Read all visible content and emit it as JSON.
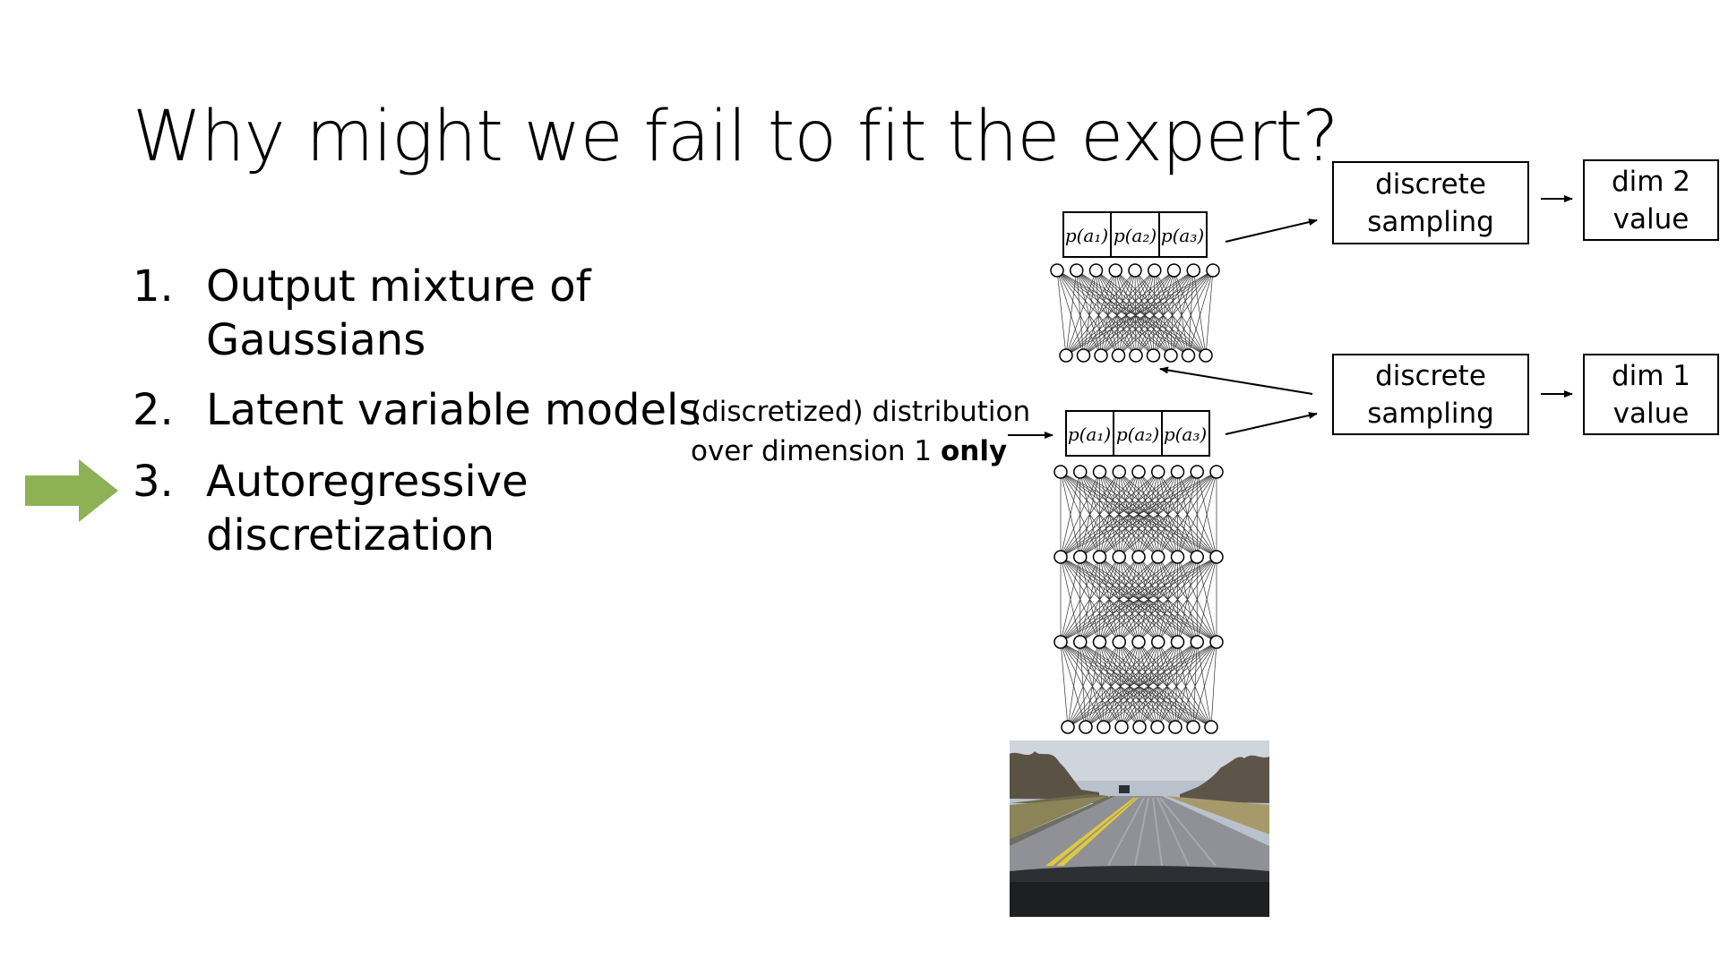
{
  "slide": {
    "title": "Why might we fail to fit the expert?",
    "items": [
      {
        "num": "1.",
        "line1": "Output mixture of",
        "line2": "Gaussians"
      },
      {
        "num": "2.",
        "line1": "Latent variable models",
        "line2": ""
      },
      {
        "num": "3.",
        "line1": "Autoregressive",
        "line2": "discretization"
      }
    ],
    "highlight_color": "#8db255"
  },
  "diagram": {
    "annotation_line1": "(discretized) distribution",
    "annotation_line2_prefix": "over dimension 1 ",
    "annotation_line2_bold": "only",
    "top_probs": [
      "p(a₁)",
      "p(a₂)",
      "p(a₃)"
    ],
    "bottom_probs": [
      "p(a₁)",
      "p(a₂)",
      "p(a₃)"
    ],
    "sampling_top": {
      "line1": "discrete",
      "line2": "sampling"
    },
    "value_top": {
      "line1": "dim 2",
      "line2": "value"
    },
    "sampling_bottom": {
      "line1": "discrete",
      "line2": "sampling"
    },
    "value_bottom": {
      "line1": "dim 1",
      "line2": "value"
    }
  }
}
